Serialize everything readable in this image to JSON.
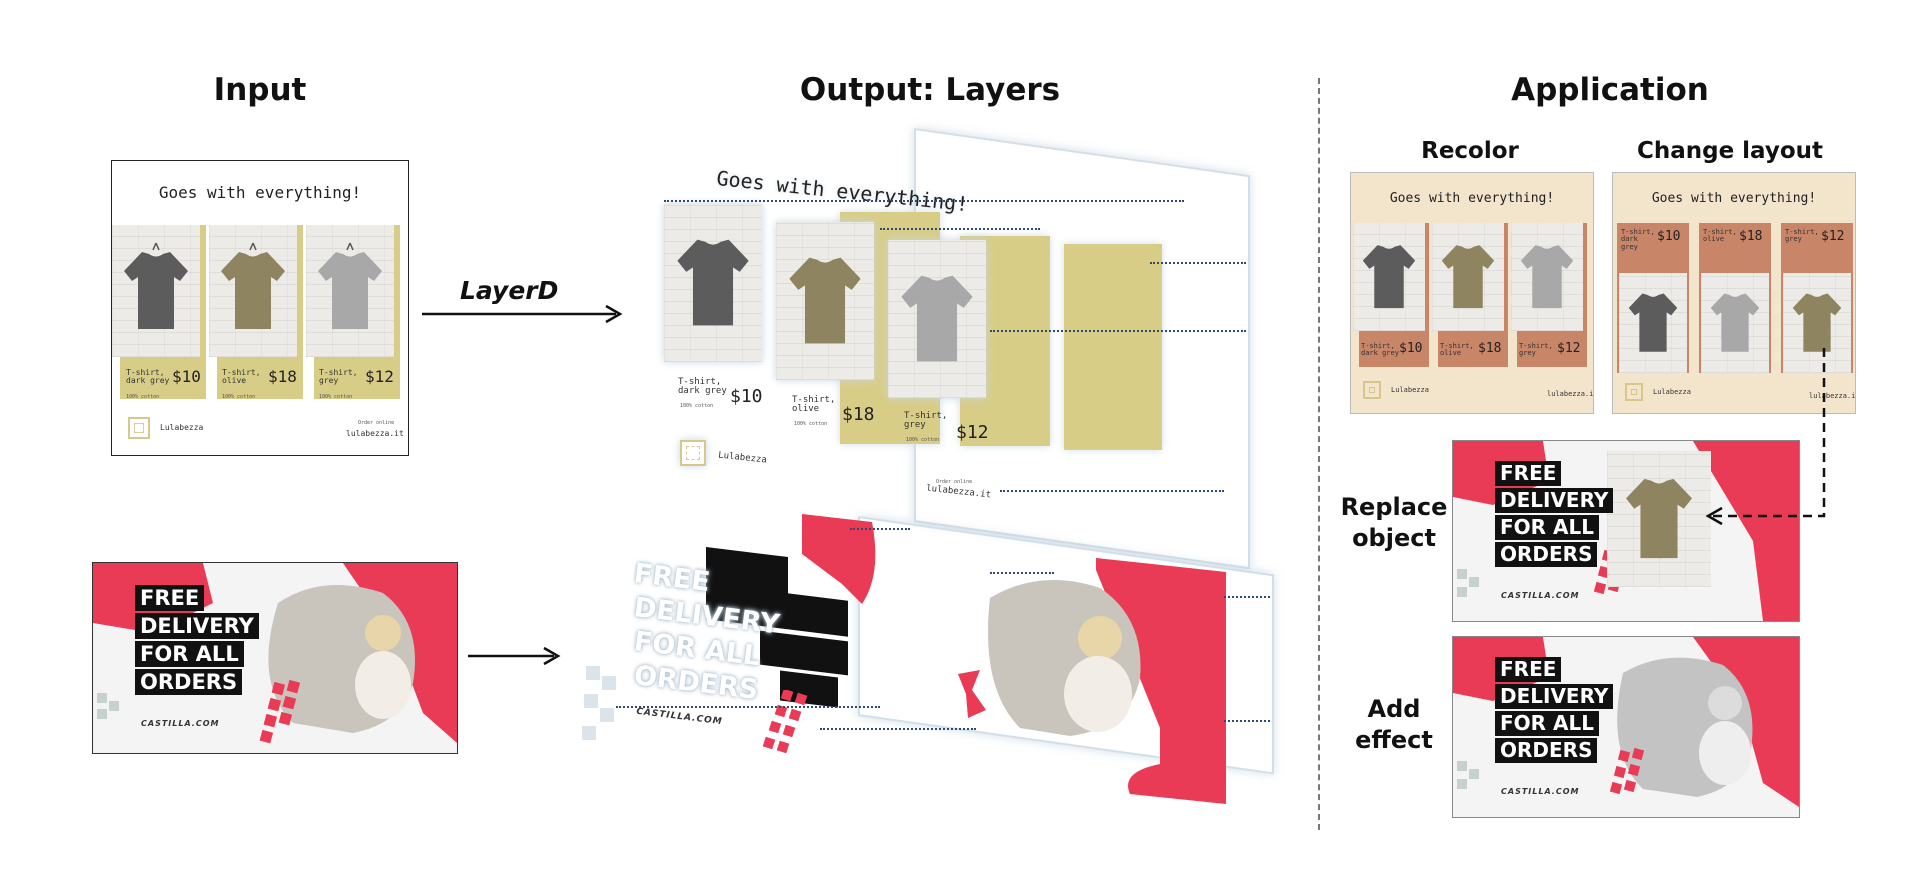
{
  "columns": {
    "input": "Input",
    "output": "Output: Layers",
    "application": "Application"
  },
  "arrow_label": "LayerD",
  "application": {
    "recolor": "Recolor",
    "change_layout": "Change layout",
    "replace_object": "Replace object",
    "add_effect": "Add effect"
  },
  "poster": {
    "headline": "Goes with everything!",
    "items": [
      {
        "name": "T-shirt, dark grey",
        "price": "$10",
        "note": "100% cotton"
      },
      {
        "name": "T-shirt, olive",
        "price": "$18",
        "note": "100% cotton"
      },
      {
        "name": "T-shirt, grey",
        "price": "$12",
        "note": "100% cotton"
      }
    ],
    "brand": "Lulabezza",
    "order_online": "Order online",
    "website": "lulabezza.it"
  },
  "banner": {
    "lines": [
      "FREE",
      "DELIVERY",
      "FOR ALL",
      "ORDERS"
    ],
    "website": "CASTILLA.COM"
  },
  "colors": {
    "gold": "#d8cd86",
    "terracotta": "#c98567",
    "cream": "#f3e4cc",
    "brand_red": "#e93b55",
    "dotted_line": "#2c4a73"
  }
}
